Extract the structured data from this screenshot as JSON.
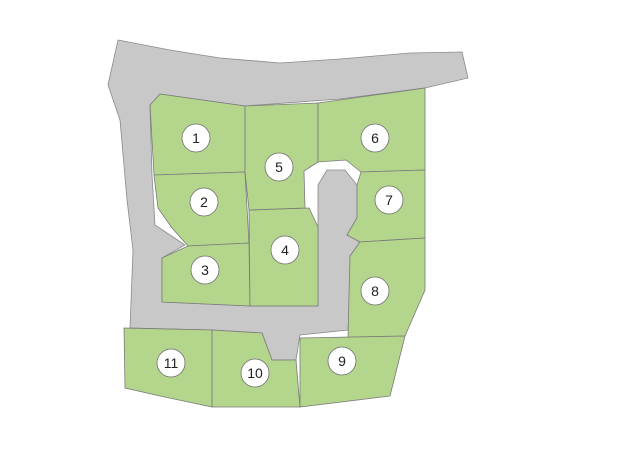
{
  "map": {
    "lots": [
      {
        "id": "lot-1",
        "label": "1"
      },
      {
        "id": "lot-2",
        "label": "2"
      },
      {
        "id": "lot-3",
        "label": "3"
      },
      {
        "id": "lot-4",
        "label": "4"
      },
      {
        "id": "lot-5",
        "label": "5"
      },
      {
        "id": "lot-6",
        "label": "6"
      },
      {
        "id": "lot-7",
        "label": "7"
      },
      {
        "id": "lot-8",
        "label": "8"
      },
      {
        "id": "lot-9",
        "label": "9"
      },
      {
        "id": "lot-10",
        "label": "10"
      },
      {
        "id": "lot-11",
        "label": "11"
      }
    ],
    "colors": {
      "lot_fill": "#b3d68c",
      "road_fill": "#c8c8c8",
      "outline": "#7a7a7a",
      "badge_fill": "#ffffff"
    }
  }
}
